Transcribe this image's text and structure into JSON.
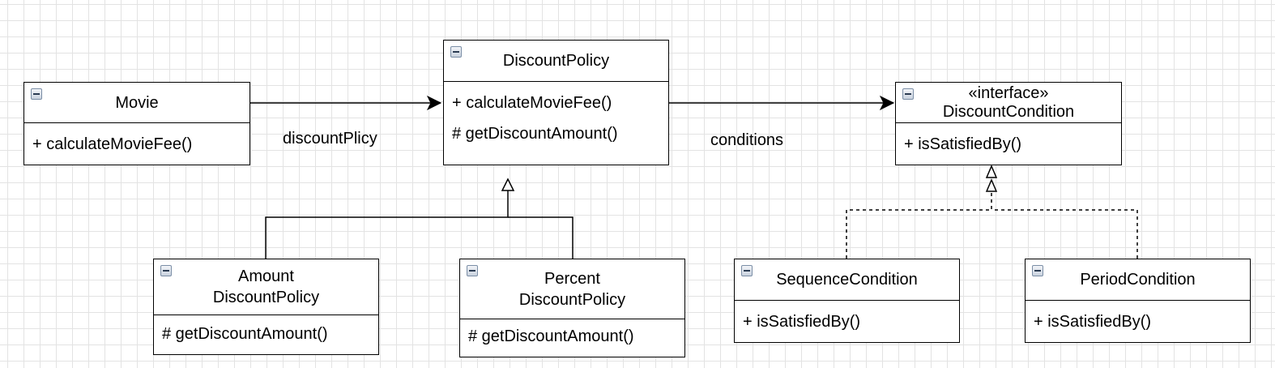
{
  "classes": {
    "movie": {
      "name": "Movie",
      "methods": [
        "+ calculateMovieFee()"
      ]
    },
    "discount_policy": {
      "name": "DiscountPolicy",
      "methods": [
        "+ calculateMovieFee()",
        "# getDiscountAmount()"
      ]
    },
    "discount_condition": {
      "stereotype": "«interface»",
      "name": "DiscountCondition",
      "methods": [
        "+ isSatisfiedBy()"
      ]
    },
    "amount_discount_policy": {
      "name_line1": "Amount",
      "name_line2": "DiscountPolicy",
      "methods": [
        "# getDiscountAmount()"
      ]
    },
    "percent_discount_policy": {
      "name_line1": "Percent",
      "name_line2": "DiscountPolicy",
      "methods": [
        "# getDiscountAmount()"
      ]
    },
    "sequence_condition": {
      "name": "SequenceCondition",
      "methods": [
        "+ isSatisfiedBy()"
      ]
    },
    "period_condition": {
      "name": "PeriodCondition",
      "methods": [
        "+ isSatisfiedBy()"
      ]
    }
  },
  "associations": {
    "movie_to_policy": "discountPlicy",
    "policy_to_condition": "conditions"
  },
  "colors": {
    "line": "#000000",
    "grid": "#e3e3e3",
    "background": "#ffffff"
  }
}
